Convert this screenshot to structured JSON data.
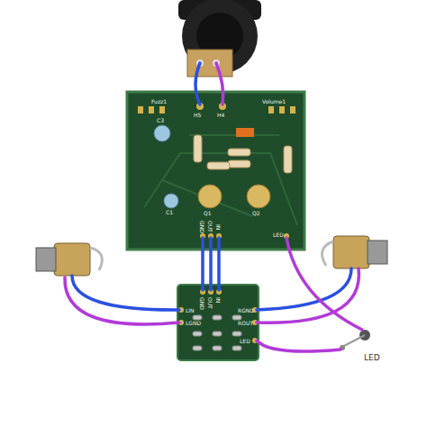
{
  "diagram": {
    "labels": [
      "Fuzz1",
      "H5",
      "H4",
      "Volume1",
      "C3",
      "C1",
      "Q1",
      "Q2",
      "LED",
      "GND",
      "OUT",
      "IN",
      "GND",
      "OUT",
      "IN",
      "LIN",
      "LGND",
      "RGND",
      "ROUT",
      "LED",
      "LED"
    ]
  }
}
